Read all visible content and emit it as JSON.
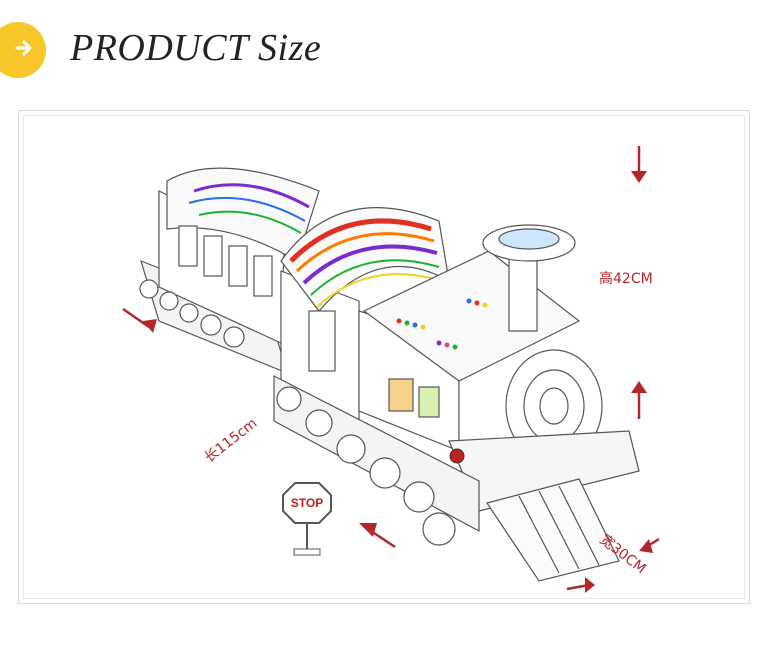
{
  "header": {
    "title": "PRODUCT Size",
    "badge_icon": "arrow-right-icon",
    "badge_color": "#f7c72a"
  },
  "diagram": {
    "height_label": "高42CM",
    "length_label": "长115cm",
    "width_label": "宽30CM",
    "stop_sign_text": "STOP",
    "arrow_color": "#b3262a",
    "stripe_colors": [
      "#7a2bd0",
      "#2a6fe0",
      "#20b030",
      "#f0d020",
      "#e03020",
      "#ff7a00",
      "#e040a0"
    ]
  }
}
